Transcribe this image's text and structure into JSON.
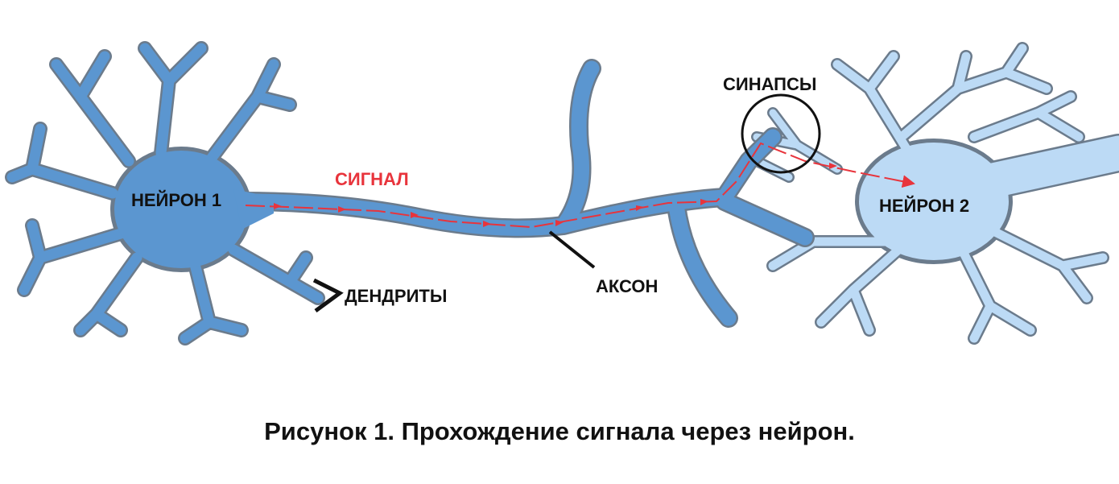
{
  "labels": {
    "neuron1": "НЕЙРОН 1",
    "neuron2": "НЕЙРОН 2",
    "signal": "СИГНАЛ",
    "dendrites": "ДЕНДРИТЫ",
    "axon": "АКСОН",
    "synapses": "СИНАПСЫ"
  },
  "caption": "Рисунок 1. Прохождение сигнала через нейрон.",
  "colors": {
    "neuron1": "#5b96d0",
    "neuron2": "#bcdaf5",
    "outline": "#6b7b8c",
    "signal": "#e8343c"
  }
}
